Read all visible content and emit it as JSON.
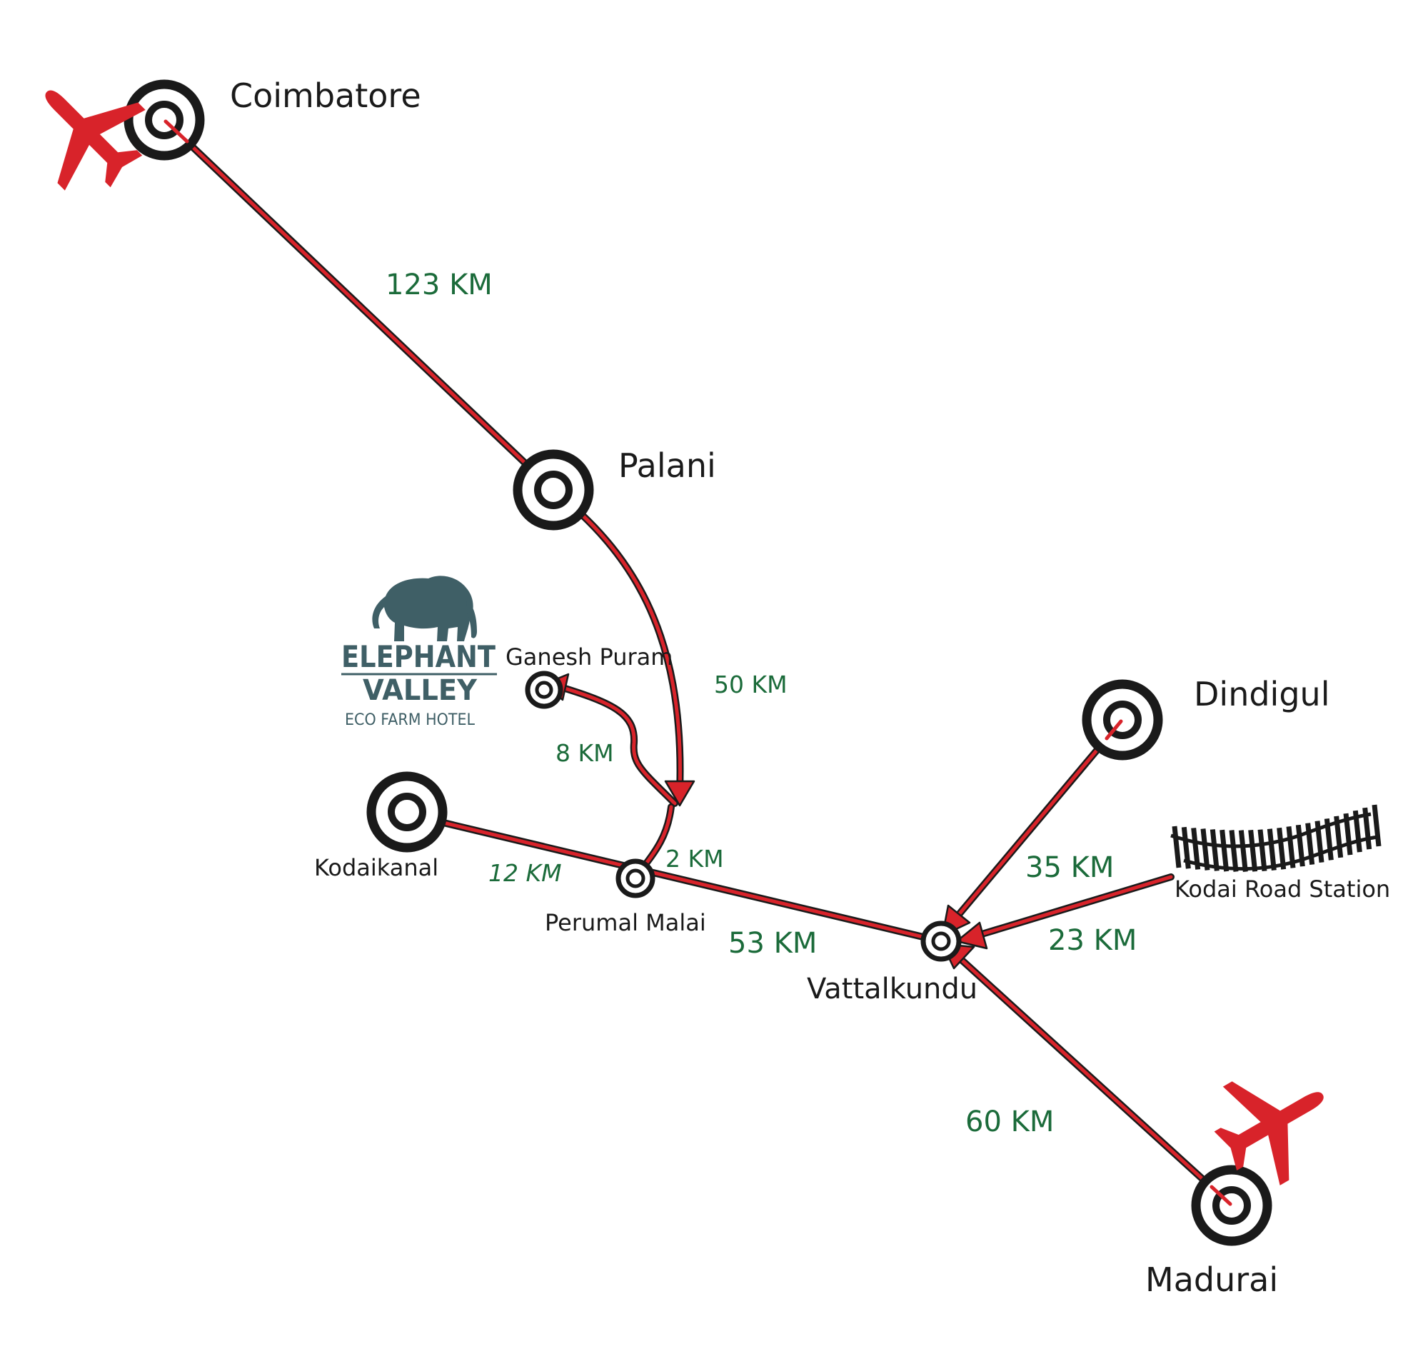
{
  "colors": {
    "route": "#d8232a",
    "route_outline": "#1a1a1a",
    "distance_text": "#1b6b3a",
    "airport": "#d8232a",
    "brand": "#3f5f66"
  },
  "places": {
    "coimbatore": "Coimbatore",
    "palani": "Palani",
    "ganesh_puram": "Ganesh Puram",
    "kodaikanal": "Kodaikanal",
    "perumal_malai": "Perumal  Malai",
    "vattalkundu": "Vattalkundu",
    "dindigul": "Dindigul",
    "kodai_road_station": "Kodai Road Station",
    "madurai": "Madurai"
  },
  "distances": {
    "coimbatore_palani": "123 KM",
    "palani_junction": "50 KM",
    "ganesh_puram": "8 KM",
    "perumal_malai": "2 KM",
    "kodaikanal": "12 KM",
    "vattalkundu_perumal": "53 KM",
    "dindigul": "35 KM",
    "kodai_road": "23 KM",
    "madurai": "60 KM"
  },
  "brand": {
    "line1": "ELEPHANT",
    "line2": "VALLEY",
    "tagline": "ECO FARM HOTEL"
  },
  "icons": {
    "airports": [
      "airplane-icon",
      "airplane-icon"
    ],
    "railway": "railway-track-icon",
    "logo": "elephant-icon",
    "location": "target-marker-icon"
  }
}
